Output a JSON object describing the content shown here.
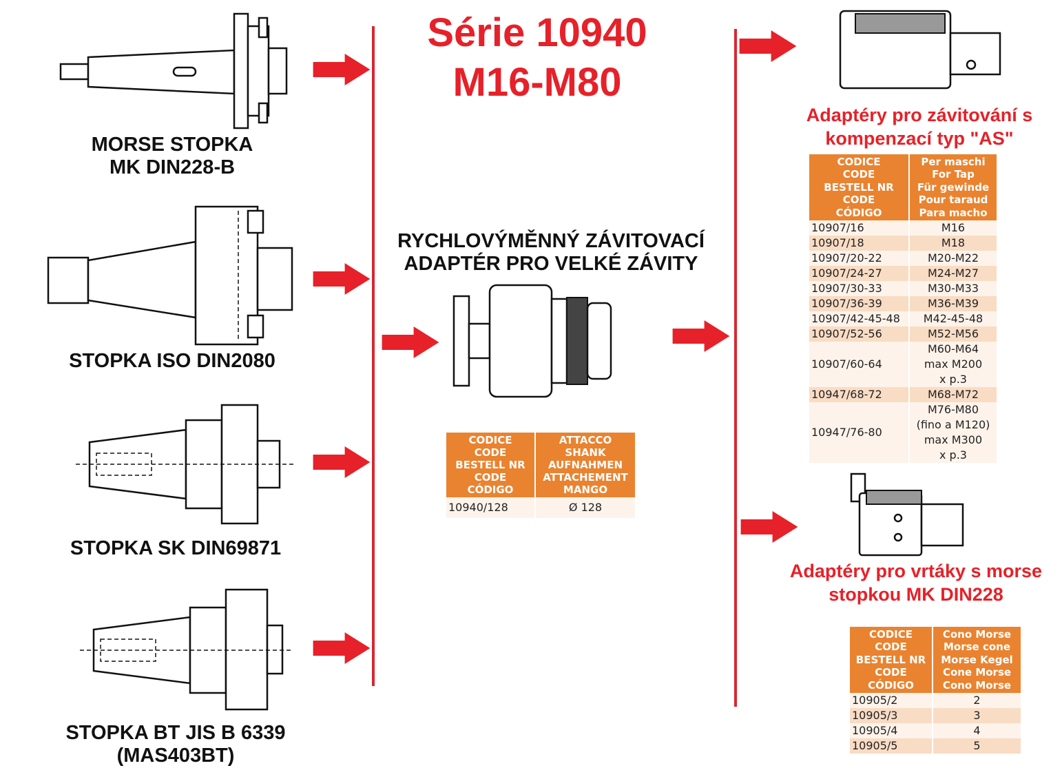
{
  "title": {
    "line1": "Série 10940",
    "line2": "M16-M80"
  },
  "shanks": [
    {
      "line1": "MORSE STOPKA",
      "line2": "MK DIN228-B"
    },
    {
      "line1": "STOPKA ISO DIN2080"
    },
    {
      "line1": "STOPKA SK DIN69871"
    },
    {
      "line1": "STOPKA BT JIS B 6339",
      "line2": "(MAS403BT)"
    }
  ],
  "center": {
    "line1": "RYCHLOVÝMĚNNÝ ZÁVITOVACÍ",
    "line2": "ADAPTÉR PRO VELKÉ ZÁVITY",
    "table": {
      "headers": [
        [
          "CODICE",
          "CODE",
          "BESTELL NR",
          "CODE",
          "CÓDIGO"
        ],
        [
          "ATTACCO",
          "SHANK",
          "AUFNAHMEN",
          "ATTACHEMENT",
          "MANGO"
        ]
      ],
      "rows": [
        [
          "10940/128",
          "Ø 128"
        ]
      ]
    }
  },
  "tap_adapters": {
    "line1": "Adaptéry pro závitování s",
    "line2": "kompenzací typ \"AS\"",
    "table": {
      "headers": [
        [
          "CODICE",
          "CODE",
          "BESTELL NR",
          "CODE",
          "CÓDIGO"
        ],
        [
          "Per maschi",
          "For Tap",
          "Für gewinde",
          "Pour taraud",
          "Para macho"
        ]
      ],
      "rows": [
        [
          "10907/16",
          "M16"
        ],
        [
          "10907/18",
          "M18"
        ],
        [
          "10907/20-22",
          "M20-M22"
        ],
        [
          "10907/24-27",
          "M24-M27"
        ],
        [
          "10907/30-33",
          "M30-M33"
        ],
        [
          "10907/36-39",
          "M36-M39"
        ],
        [
          "10907/42-45-48",
          "M42-45-48"
        ],
        [
          "10907/52-56",
          "M52-M56"
        ],
        [
          "10907/60-64",
          "M60-M64",
          "max M200",
          "x p.3"
        ],
        [
          "10947/68-72",
          "M68-M72"
        ],
        [
          "10947/76-80",
          "M76-M80",
          "(fino a M120)",
          "max M300",
          "x p.3"
        ]
      ]
    }
  },
  "drill_adapters": {
    "line1": "Adaptéry pro vrtáky s morse",
    "line2": "stopkou MK DIN228",
    "table": {
      "headers": [
        [
          "CODICE",
          "CODE",
          "BESTELL NR",
          "CODE",
          "CÓDIGO"
        ],
        [
          "Cono Morse",
          "Morse cone",
          "Morse Kegel",
          "Cone Morse",
          "Cono Morse"
        ]
      ],
      "rows": [
        [
          "10905/2",
          "2"
        ],
        [
          "10905/3",
          "3"
        ],
        [
          "10905/4",
          "4"
        ],
        [
          "10905/5",
          "5"
        ]
      ]
    }
  },
  "colors": {
    "red": "#e62129",
    "orange": "#e98330",
    "row_alt": "#f9dcc4"
  }
}
